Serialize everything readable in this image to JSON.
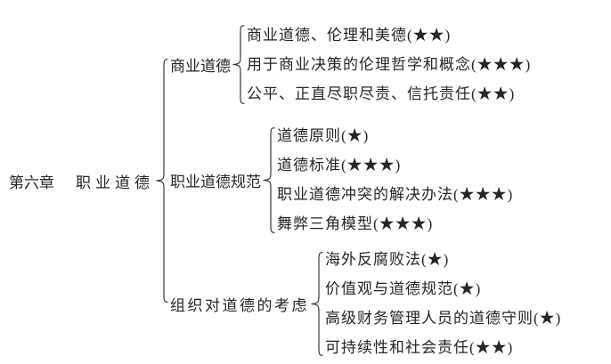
{
  "diagram": {
    "type": "bracket-tree",
    "chapter_no": "第六章",
    "chapter_title": "职业道德",
    "branches": [
      {
        "label": "商业道德",
        "items": [
          "商业道德、伦理和美德(★★)",
          "用于商业决策的伦理哲学和概念(★★★)",
          "公平、正直尽职尽责、信托责任(★★)"
        ]
      },
      {
        "label": "职业道德规范",
        "items": [
          "道德原则(★)",
          "道德标准(★★★)",
          "职业道德冲突的解决办法(★★★)",
          "舞弊三角模型(★★★)"
        ]
      },
      {
        "label": "组织对道德的考虑",
        "items": [
          "海外反腐败法(★)",
          "价值观与道德规范(★)",
          "高级财务管理人员的道德守则(★)",
          "可持续性和社会责任(★★)"
        ]
      }
    ],
    "colors": {
      "text": "#262626",
      "line": "#3a3a3a",
      "background": "#ffffff"
    }
  }
}
